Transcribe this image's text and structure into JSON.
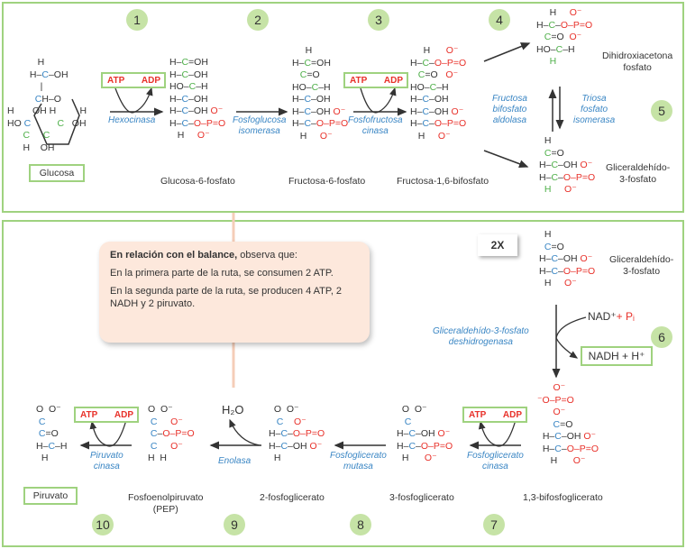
{
  "steps": [
    "1",
    "2",
    "3",
    "4",
    "5",
    "6",
    "7",
    "8",
    "9",
    "10"
  ],
  "molecules": {
    "glucosa": "Glucosa",
    "glucosa_6_fosfato": "Glucosa-6-fosfato",
    "fructosa_6_fosfato": "Fructosa-6-fosfato",
    "fructosa_1_6_bifosfato": "Fructosa-1,6-bifosfato",
    "dihidroxiacetona_fosfato_1": "Dihidroxiacetona",
    "dihidroxiacetona_fosfato_2": "fosfato",
    "gliceraldehido_3_fosfato_1": "Gliceraldehído-",
    "gliceraldehido_3_fosfato_2": "3-fosfato",
    "bifosfoglicerato": "1,3-bifosfoglicerato",
    "fosfoglicerato_3": "3-fosfoglicerato",
    "fosfoglicerato_2": "2-fosfoglicerato",
    "pep_1": "Fosfoenolpiruvato",
    "pep_2": "(PEP)",
    "piruvato": "Piruvato"
  },
  "enzymes": {
    "hexocinasa": "Hexocinasa",
    "fosfoglucosa_1": "Fosfoglucosa",
    "fosfoglucosa_2": "isomerasa",
    "fosfofructosa_1": "Fosfofructosa",
    "fosfofructosa_2": "cinasa",
    "aldolasa_1": "Fructosa",
    "aldolasa_2": "bifosfato",
    "aldolasa_3": "aldolasa",
    "triosa_1": "Triosa",
    "triosa_2": "fosfato",
    "triosa_3": "isomerasa",
    "gapdh_1": "Gliceraldehído-3-fosfato",
    "gapdh_2": "deshidrogenasa",
    "pgk_1": "Fosfoglicerato",
    "pgk_2": "cinasa",
    "pgm_1": "Fosfoglicerato",
    "pgm_2": "mutasa",
    "enolasa": "Enolasa",
    "pk_1": "Piruvato",
    "pk_2": "cinasa"
  },
  "cofactors": {
    "atp": "ATP",
    "adp": "ADP",
    "water": "H₂O",
    "nad": "NAD⁺",
    "pi": "+ Pᵢ",
    "nadh": "NADH + H⁺"
  },
  "multiplier": "2X",
  "note": {
    "bold": "En relación con el balance,",
    "intro": " observa que:",
    "p1": "En la primera parte de la ruta, se consumen 2 ATP.",
    "p2": "En la segunda parte de la ruta, se producen 4 ATP, 2 NADH y 2 piruvato."
  },
  "colors": {
    "panel_border": "#9fd27f",
    "step_circle": "#c6e3a6",
    "enzyme": "#3a86c4",
    "phosphate": "#e8312a",
    "note_bg": "#fde8dc"
  }
}
